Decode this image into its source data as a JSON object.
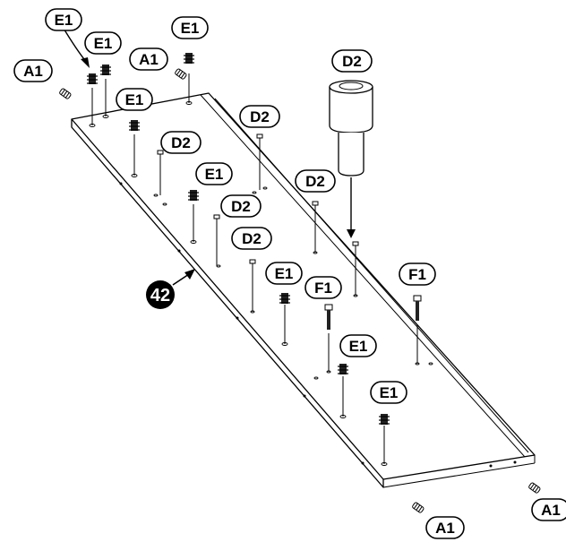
{
  "diagram": {
    "panel_label": "42",
    "parts": {
      "A1": "A1",
      "D2": "D2",
      "E1": "E1",
      "F1": "F1"
    },
    "callouts": [
      {
        "id": "e1-a",
        "text": "E1"
      },
      {
        "id": "e1-b",
        "text": "E1"
      },
      {
        "id": "a1-a",
        "text": "A1"
      },
      {
        "id": "a1-b",
        "text": "A1"
      },
      {
        "id": "e1-c",
        "text": "E1"
      },
      {
        "id": "e1-d",
        "text": "E1"
      },
      {
        "id": "d2-tool",
        "text": "D2"
      },
      {
        "id": "d2-a",
        "text": "D2"
      },
      {
        "id": "d2-b",
        "text": "D2"
      },
      {
        "id": "e1-e",
        "text": "E1"
      },
      {
        "id": "d2-c",
        "text": "D2"
      },
      {
        "id": "d2-d",
        "text": "D2"
      },
      {
        "id": "d2-e",
        "text": "D2"
      },
      {
        "id": "e1-f",
        "text": "E1"
      },
      {
        "id": "f1-a",
        "text": "F1"
      },
      {
        "id": "f1-b",
        "text": "F1"
      },
      {
        "id": "e1-g",
        "text": "E1"
      },
      {
        "id": "e1-h",
        "text": "E1"
      },
      {
        "id": "a1-c",
        "text": "A1"
      },
      {
        "id": "a1-d",
        "text": "A1"
      }
    ]
  }
}
